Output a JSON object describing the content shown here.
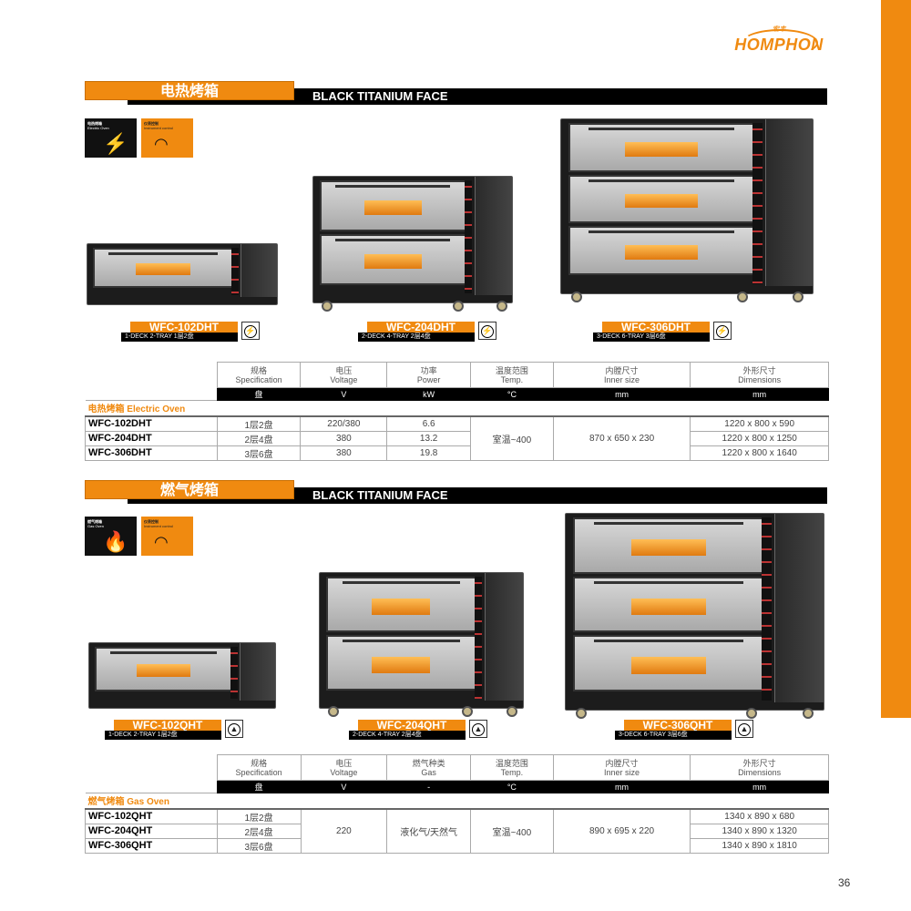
{
  "brand": {
    "name": "HOMPHON",
    "cn": "宏丰"
  },
  "page_number": "36",
  "colors": {
    "accent": "#f08a10",
    "bar": "#000000"
  },
  "sections": [
    {
      "title_cn": "电热烤箱",
      "subtitle": "BLACK TITANIUM FACE",
      "icons": [
        {
          "cn": "电热烤箱",
          "en": "Electric Oven",
          "glyph": "⚡",
          "name": "lightning-icon"
        },
        {
          "cn": "仪表控制",
          "en": "Instrument control",
          "glyph": "◠",
          "name": "gauge-icon"
        }
      ],
      "products": [
        {
          "model": "WFC-102DHT",
          "desc": "1-DECK 2-TRAY 1层2盘",
          "icon": "lightning-icon",
          "glyph": "⚡"
        },
        {
          "model": "WFC-204DHT",
          "desc": "2-DECK 4-TRAY 2层4盘",
          "icon": "lightning-icon",
          "glyph": "⚡"
        },
        {
          "model": "WFC-306DHT",
          "desc": "3-DECK 6-TRAY 3层6盘",
          "icon": "lightning-icon",
          "glyph": "⚡"
        }
      ],
      "table": {
        "headers": [
          {
            "cn": "规格",
            "en": "Specification",
            "unit": "盘"
          },
          {
            "cn": "电压",
            "en": "Voltage",
            "unit": "V"
          },
          {
            "cn": "功率",
            "en": "Power",
            "unit": "kW"
          },
          {
            "cn": "温度范围",
            "en": "Temp.",
            "unit": "°C"
          },
          {
            "cn": "内膛尺寸",
            "en": "Inner size",
            "unit": "mm"
          },
          {
            "cn": "外形尺寸",
            "en": "Dimensions",
            "unit": "mm"
          }
        ],
        "category": "电热烤箱 Electric Oven",
        "rows": [
          {
            "model": "WFC-102DHT",
            "spec": "1层2盘",
            "c2": "220/380",
            "c3": "6.6",
            "dims": "1220 x 800 x 590"
          },
          {
            "model": "WFC-204DHT",
            "spec": "2层4盘",
            "c2": "380",
            "c3": "13.2",
            "dims": "1220 x 800 x 1250"
          },
          {
            "model": "WFC-306DHT",
            "spec": "3层6盘",
            "c2": "380",
            "c3": "19.8",
            "dims": "1220 x 800 x 1640"
          }
        ],
        "temp": "室温~400",
        "inner": "870 x 650 x 230"
      }
    },
    {
      "title_cn": "燃气烤箱",
      "subtitle": "BLACK TITANIUM FACE",
      "icons": [
        {
          "cn": "燃气烤箱",
          "en": "Gas Oven",
          "glyph": "🔥",
          "name": "flame-icon"
        },
        {
          "cn": "仪表控制",
          "en": "Instrument control",
          "glyph": "◠",
          "name": "gauge-icon"
        }
      ],
      "products": [
        {
          "model": "WFC-102QHT",
          "desc": "1-DECK 2-TRAY 1层2盘",
          "icon": "flame-icon",
          "glyph": "▲"
        },
        {
          "model": "WFC-204QHT",
          "desc": "2-DECK 4-TRAY 2层4盘",
          "icon": "flame-icon",
          "glyph": "▲"
        },
        {
          "model": "WFC-306QHT",
          "desc": "3-DECK 6-TRAY 3层6盘",
          "icon": "flame-icon",
          "glyph": "▲"
        }
      ],
      "table": {
        "headers": [
          {
            "cn": "规格",
            "en": "Specification",
            "unit": "盘"
          },
          {
            "cn": "电压",
            "en": "Voltage",
            "unit": "V"
          },
          {
            "cn": "燃气种类",
            "en": "Gas",
            "unit": "-"
          },
          {
            "cn": "温度范围",
            "en": "Temp.",
            "unit": "°C"
          },
          {
            "cn": "内膛尺寸",
            "en": "Inner size",
            "unit": "mm"
          },
          {
            "cn": "外形尺寸",
            "en": "Dimensions",
            "unit": "mm"
          }
        ],
        "category": "燃气烤箱 Gas Oven",
        "rows": [
          {
            "model": "WFC-102QHT",
            "spec": "1层2盘",
            "dims": "1340 x 890 x 680"
          },
          {
            "model": "WFC-204QHT",
            "spec": "2层4盘",
            "dims": "1340 x 890 x 1320"
          },
          {
            "model": "WFC-306QHT",
            "spec": "3层6盘",
            "dims": "1340 x 890 x 1810"
          }
        ],
        "voltage": "220",
        "gas": "液化气/天然气",
        "temp": "室温~400",
        "inner": "890 x 695 x 220"
      }
    }
  ]
}
